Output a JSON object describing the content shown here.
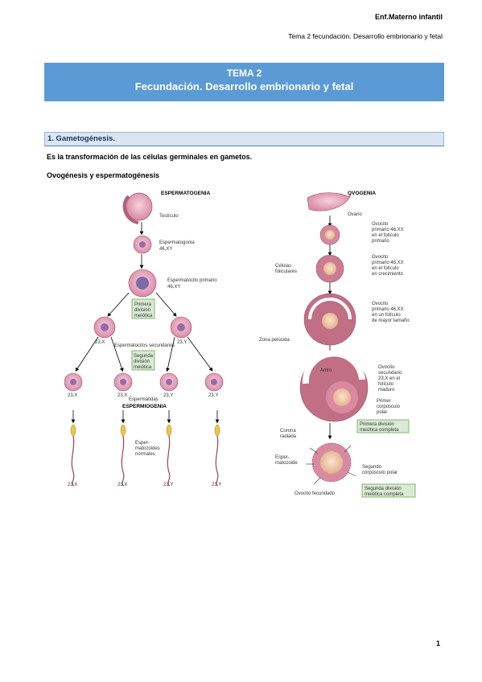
{
  "header": {
    "course": "Enf.Materno infantil",
    "topic": "Tema 2 fecundación. Desarrollo embrionario y fetal"
  },
  "banner": {
    "line1": "TEMA 2",
    "line2": "Fecundación. Desarrollo embrionario y fetal"
  },
  "section": {
    "title": "1. Gametogénesis."
  },
  "body": {
    "p1": "Es la transformación de las células germinales en gametos.",
    "p2": "Ovogénesis y espermatogénesis"
  },
  "figure": {
    "left": {
      "title": "ESPERMATOGENIA",
      "testiculo": "Testículo",
      "espermatogonia": [
        "Espermatogonia",
        "46,XY"
      ],
      "primario": [
        "Espermatocito primario",
        "46,XY"
      ],
      "primera_div": [
        "Primera",
        "división",
        "meiótica"
      ],
      "sec_left": "23,X",
      "sec_right": "23,Y",
      "secundarios": "Espermatocitos secundarios",
      "segunda_div": [
        "Segunda",
        "división",
        "meiótica"
      ],
      "espermatides": [
        "23,X",
        "23,X",
        "23,Y",
        "23,Y"
      ],
      "espermatidas_label": "Espermátidas",
      "espermiogenia": "ESPERMIOGENIA",
      "normales": [
        "Esper-",
        "matozoides",
        "normales"
      ],
      "sperm_labels": [
        "23,X",
        "23,X",
        "23,Y",
        "23,Y"
      ]
    },
    "right": {
      "title": "OVOGENIA",
      "ovario": "Ovario",
      "ovocito1": [
        "Ovocito",
        "primario 46,XX",
        "en el folículo",
        "primario"
      ],
      "celulas": [
        "Células",
        "foliculares"
      ],
      "ovocito2": [
        "Ovocito",
        "primario 46,XX",
        "en el folículo",
        "en crecimiento"
      ],
      "ovocito3": [
        "Ovocito",
        "primario 46,XX",
        "en un folículo",
        "de mayor tamaño"
      ],
      "zona": "Zona pelúcida",
      "antro": "Antro",
      "ovocito4": [
        "Ovocito",
        "secundario",
        "23,X en el",
        "folículo",
        "maduro"
      ],
      "primer_corp": [
        "Primer",
        "corpúsculo",
        "polar"
      ],
      "primera_div": [
        "Primera división",
        "meiótica completa"
      ],
      "corona": [
        "Corona",
        "radiada"
      ],
      "esperm": [
        "Esper-",
        "matozoide"
      ],
      "segundo_corp": [
        "Segundo",
        "corpúsculo polar"
      ],
      "fecundado": "Ovocito fecundado",
      "segunda_div": [
        "Segunda división",
        "meiótica completa"
      ]
    }
  },
  "page_number": "1",
  "colors": {
    "banner": "#5b9bd5",
    "section_bg": "#dbe5f1",
    "cell": "#e8a0b8",
    "follicle": "#c87080"
  }
}
